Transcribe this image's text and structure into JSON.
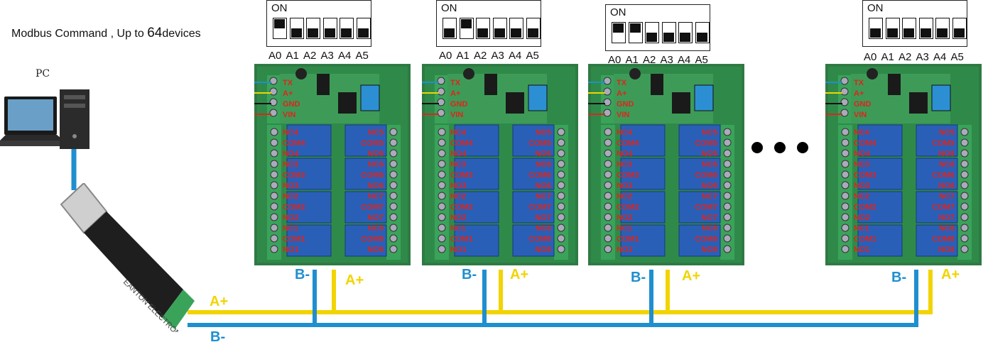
{
  "caption": {
    "text": "Modbus Command , Up to ",
    "count": "64",
    "suffix": "devices"
  },
  "pc_label": "PC",
  "dip_on_label": "ON",
  "address_labels": [
    "A0",
    "A1",
    "A2",
    "A3",
    "A4",
    "A5"
  ],
  "devices": [
    {
      "switches_on": [
        true,
        false,
        false,
        false,
        false,
        false
      ]
    },
    {
      "switches_on": [
        false,
        true,
        false,
        false,
        false,
        false
      ]
    },
    {
      "switches_on": [
        true,
        true,
        false,
        false,
        false,
        false
      ]
    },
    {
      "switches_on": [
        false,
        false,
        false,
        false,
        false,
        false
      ]
    }
  ],
  "terminals_left": [
    "TX",
    "A+",
    "GND",
    "VIN"
  ],
  "relay_left_labels": [
    "NC4",
    "COM4",
    "NO4",
    "NC3",
    "COM3",
    "NO3",
    "NC2",
    "COM2",
    "NO2",
    "NC1",
    "COM1",
    "NO1"
  ],
  "relay_right_labels": [
    "NC5",
    "COM5",
    "NO5",
    "NC6",
    "COM6",
    "NO6",
    "NC7",
    "COM7",
    "NO7",
    "NC8",
    "COM8",
    "NO8"
  ],
  "bus_labels": {
    "b_minus": "B-",
    "a_plus": "A+"
  },
  "colors": {
    "a_plus": "#f2d400",
    "b_minus": "#1f8fcf",
    "board_green": "#2f8a4a",
    "relay_blue": "#2a5fb8",
    "terminal_green": "#3aa35a",
    "label_red": "#e0241b"
  },
  "icons": [
    "pc-icon",
    "usb-rs485-adapter-icon",
    "relay-board-icon"
  ]
}
